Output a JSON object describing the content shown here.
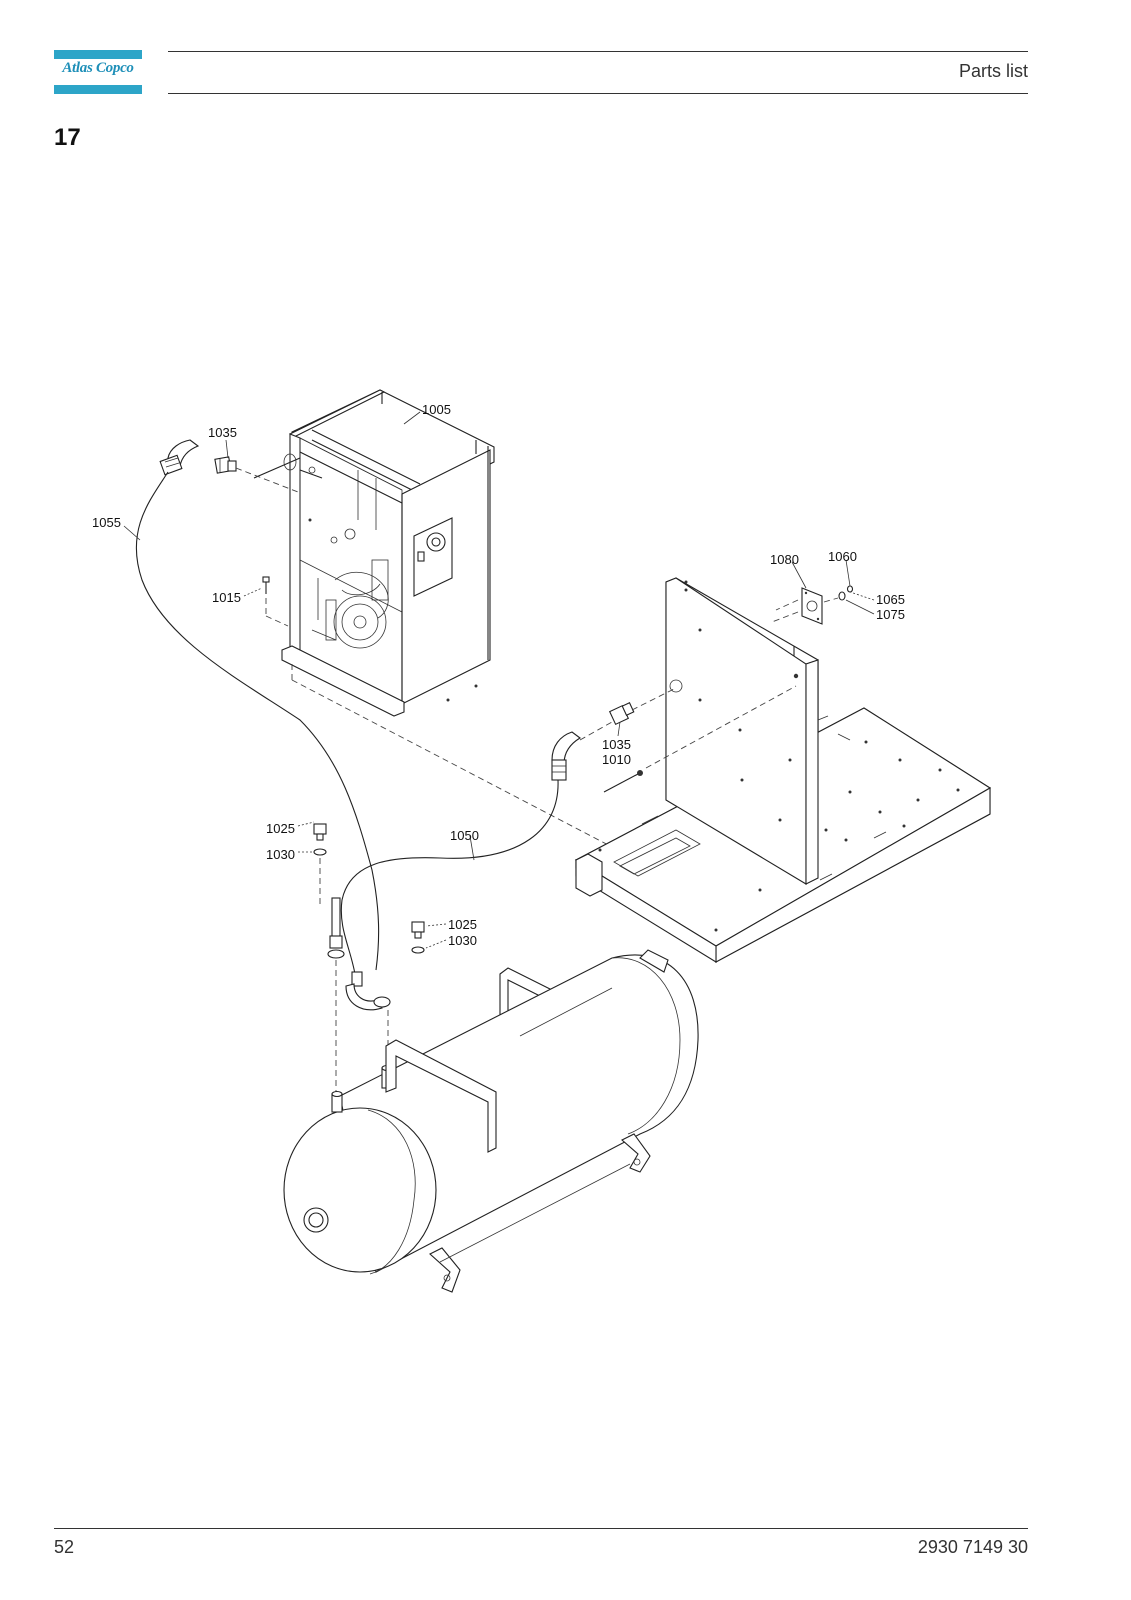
{
  "header": {
    "brand": "Atlas Copco",
    "title": "Parts list"
  },
  "section": {
    "number": "17"
  },
  "callouts": {
    "c1005": "1005",
    "c1035a": "1035",
    "c1055": "1055",
    "c1015": "1015",
    "c1080": "1080",
    "c1060": "1060",
    "c1065": "1065",
    "c1075": "1075",
    "c1035b": "1035",
    "c1010": "1010",
    "c1025a": "1025",
    "c1030a": "1030",
    "c1050": "1050",
    "c1025b": "1025",
    "c1030b": "1030"
  },
  "footer": {
    "page_number": "52",
    "document_number": "2930 7149 30"
  }
}
